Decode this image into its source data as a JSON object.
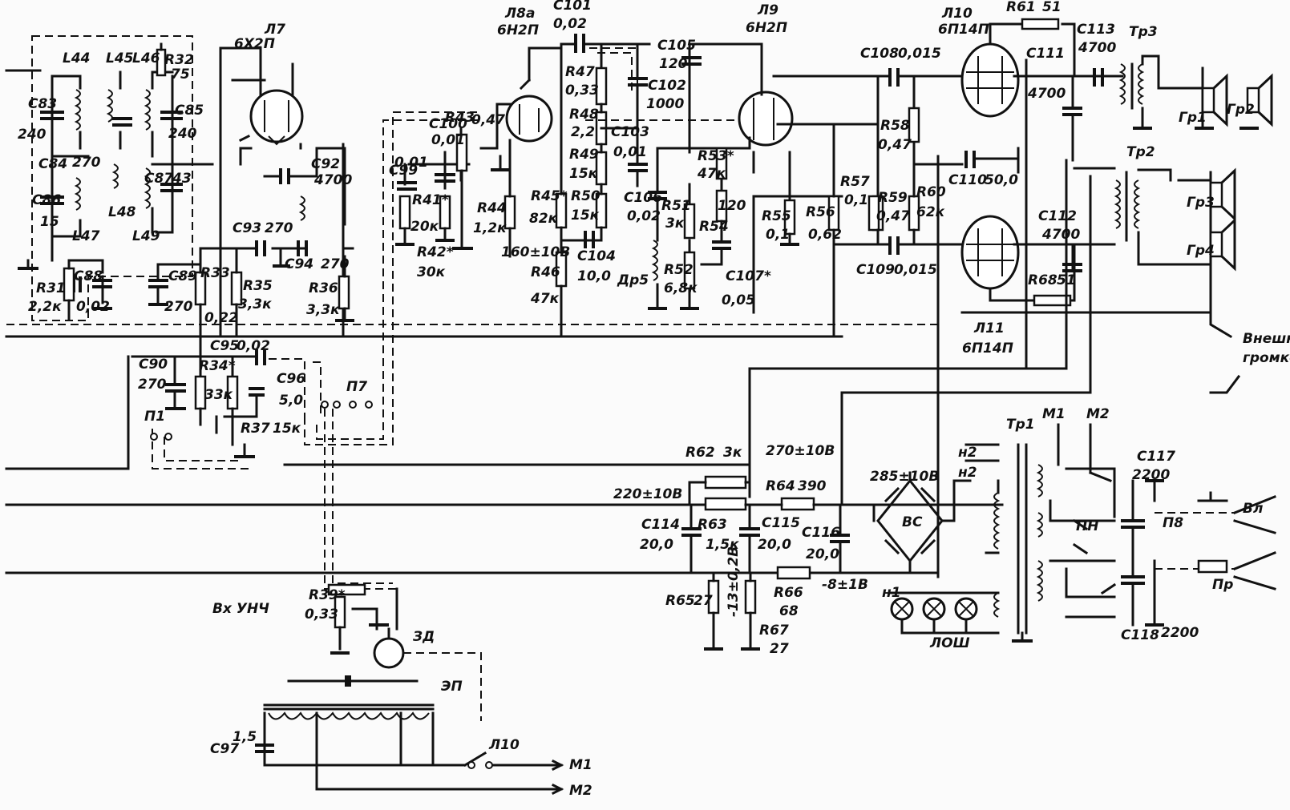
{
  "tubes": [
    {
      "ref": "Л7",
      "type": "6Х2П"
    },
    {
      "ref": "Л8а",
      "type": "6Н2П"
    },
    {
      "ref": "Л9",
      "type": "6Н2П"
    },
    {
      "ref": "Л10",
      "type": "6П14П"
    },
    {
      "ref": "Л11",
      "type": "6П14П"
    }
  ],
  "labels": {
    "L44": "L44",
    "L45": "L45",
    "L46": "L46",
    "L47": "L47",
    "L48": "L48",
    "L49": "L49",
    "C83": "C83",
    "C83v": "240",
    "C84": "C84",
    "C84v": "270",
    "C85": "C85",
    "C85v": "240",
    "C86": "C86",
    "C86v": "15",
    "C87": "C87",
    "C87v": "43",
    "R32": "R32",
    "R32v": "75",
    "R31": "R31",
    "R31v": "2,2к",
    "C88": "C88",
    "C88v": "0,02",
    "C89": "C89",
    "C89v": "270",
    "R33": "R33",
    "R33v": "0,22",
    "R35": "R35",
    "R35v": "3,3к",
    "R36": "R36",
    "R36v": "3,3к",
    "C92": "C92",
    "C92v": "4700",
    "C93": "C93",
    "C93v": "270",
    "C94": "C94",
    "C94v": "270",
    "C90": "C90",
    "C90v": "270",
    "R34": "R34*",
    "R34v": "33к",
    "C95": "C95",
    "C95v": "0,02",
    "C96": "C96",
    "C96v": "5,0",
    "R37": "R37",
    "R37v": "15к",
    "P1": "П1",
    "P7": "П7",
    "C99": "C99",
    "C99v": "0,01",
    "C100": "C100",
    "C100v": "0,01",
    "R41": "R41*",
    "R41v": "20к",
    "R42": "R42*",
    "R42v": "30к",
    "R43": "R43",
    "R43v": "0,47",
    "R44": "R44",
    "R44v": "1,2к",
    "R45": "R45*",
    "R45v": "82к",
    "R46": "R46",
    "R46v": "47к",
    "C101": "C101",
    "C101v": "0,02",
    "R47": "R47",
    "R47v": "0,33",
    "C102": "C102",
    "C102v": "1000",
    "R48": "R48",
    "R48v": "2,2",
    "C103": "C103",
    "C103v": "0,01",
    "R49": "R49",
    "R49v": "15к",
    "R50": "R50",
    "R50v": "15к",
    "C104": "C104",
    "C104v": "10,0",
    "V160": "160±10В",
    "C105": "C105",
    "C105v": "120",
    "C106": "C106",
    "C106v": "0,02",
    "R51": "R51",
    "R51v": "3к",
    "R52": "R52",
    "R52v": "6,8к",
    "R53": "R53*",
    "R53v": "47к",
    "R54": "R54",
    "R54v": "120",
    "C107": "C107*",
    "C107v": "0,05",
    "DR5": "Др5",
    "R55": "R55",
    "R55v": "0,1",
    "R56": "R56",
    "R56v": "0,62",
    "R57": "R57",
    "R57v": "0,1",
    "C108": "C108",
    "C108v": "0,015",
    "R58": "R58",
    "R58v": "0,47",
    "R59": "R59",
    "R59v": "0,47",
    "R60": "R60",
    "R60v": "62к",
    "C109": "C109",
    "C109v": "0,015",
    "C110": "C110",
    "C110v": "50,0",
    "R61": "R61",
    "R61v": "51",
    "C111": "C111",
    "C111v": "4700",
    "C112": "C112",
    "C112v": "4700",
    "R68": "R68",
    "R68v": "51",
    "C113": "C113",
    "C113v": "4700",
    "TR3": "Тр3",
    "TR2": "Тр2",
    "TR1": "Тр1",
    "GR1": "Гр1",
    "GR2": "Гр2",
    "GR3": "Гр3",
    "GR4": "Гр4",
    "ext1": "Внешн",
    "ext2": "громко",
    "R62": "R62",
    "R62v": "3к",
    "R63": "R63",
    "R63v": "1,5к",
    "R64": "R64",
    "R64v": "390",
    "V270": "270±10В",
    "V220": "220±10В",
    "V285": "285±10В",
    "Vm8": "-8±1В",
    "Vm13": "-13±0,2В",
    "C114": "C114",
    "C114v": "20,0",
    "C115": "C115",
    "C115v": "20,0",
    "C116": "C116",
    "C116v": "20,0",
    "VS": "ВС",
    "R65": "R65",
    "R65v": "27",
    "R66": "R66",
    "R66v": "68",
    "R67": "R67",
    "R67v": "27",
    "LOSH": "ЛОШ",
    "M1": "M1",
    "M2": "M2",
    "H1": "н1",
    "H2a": "н2",
    "H2b": "н2",
    "PN": "ПН",
    "C117": "C117",
    "C117v": "2200",
    "C118": "C118",
    "C118v": "2200",
    "P8": "П8",
    "Vl": "Вл",
    "Pr": "Пр",
    "R39": "R39*",
    "R39v": "0,33",
    "input": "Вх УНЧ",
    "ZD": "ЗД",
    "EP": "ЭП",
    "C97": "C97",
    "C97v": "1,5",
    "L10": "Л10"
  }
}
